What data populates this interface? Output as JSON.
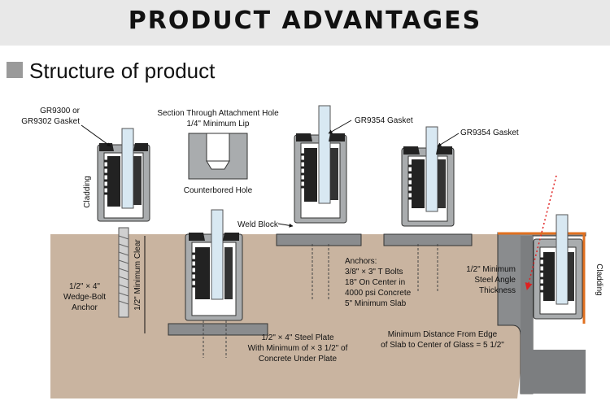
{
  "banner": {
    "title": "PRODUCT ADVANTAGES"
  },
  "section": {
    "title": "Structure of product"
  },
  "labels": {
    "gasket_a_l1": "GR9300 or",
    "gasket_a_l2": "GR9302 Gasket",
    "section_l1": "Section Through Attachment Hole",
    "section_l2": "1/4\" Minimum Lip",
    "counterbored": "Counterbored Hole",
    "gasket_b": "GR9354 Gasket",
    "gasket_c": "GR9354 Gasket",
    "cladding_left": "Cladding",
    "cladding_right": "Cladding",
    "weld_block": "Weld Block",
    "wedge_l1": "1/2\" × 4\"",
    "wedge_l2": "Wedge-Bolt",
    "wedge_l3": "Anchor",
    "min_clear": "1/2\" Minimum Clear",
    "anchors_l1": "Anchors:",
    "anchors_l2": "3/8\" × 3\" T Bolts",
    "anchors_l3": "18\" On Center in",
    "anchors_l4": "4000 psi Concrete",
    "anchors_l5": "5\" Minimum Slab",
    "steel_l1": "1/2\" Minimum",
    "steel_l2": "Steel Angle",
    "steel_l3": "Thickness",
    "plate_l1": "1/2\" × 4\" Steel Plate",
    "plate_l2": "With Minimum of × 3 1/2\" of",
    "plate_l3": "Concrete Under Plate",
    "dist_l1": "Minimum Distance From Edge",
    "dist_l2": "of Slab to Center of Glass = 5 1/2\""
  },
  "colors": {
    "concrete": "#c9b4a0",
    "banner_bg": "#e8e8e8",
    "steel_angle": "#e07020",
    "red_arrow": "#e02020",
    "shoe_fill": "#a9acae",
    "gasket": "#222222",
    "glass": "#d8e8f2"
  }
}
